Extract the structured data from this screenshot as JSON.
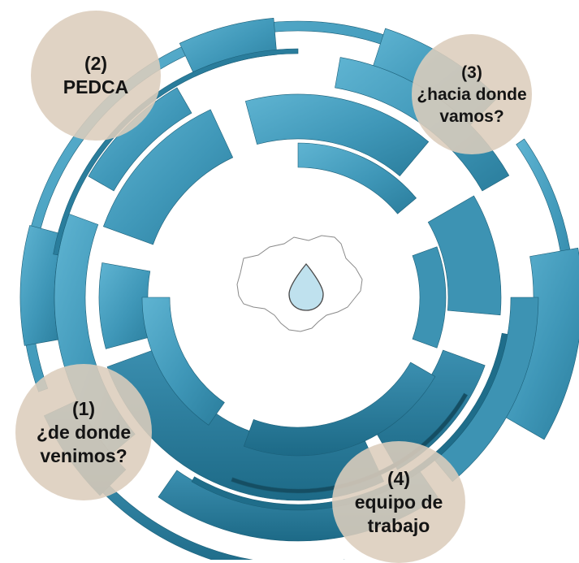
{
  "diagram": {
    "colors": {
      "ring_light": "#4fa9c9",
      "ring_mid": "#3d93b3",
      "ring_dark": "#1f6d8a",
      "bubble": "#dccdbc",
      "drop_fill": "#bfe1ee",
      "outline": "#8a8a8a"
    },
    "center_icons": [
      "region-map-outline",
      "water-drop-icon"
    ],
    "nodes": [
      {
        "id": "node-1",
        "number": "(1)",
        "lines": [
          "¿de donde",
          "venimos?"
        ]
      },
      {
        "id": "node-2",
        "number": "(2)",
        "lines": [
          "PEDCA"
        ]
      },
      {
        "id": "node-3",
        "number": "(3)",
        "lines": [
          "¿hacia donde",
          "vamos?"
        ]
      },
      {
        "id": "node-4",
        "number": "(4)",
        "lines": [
          "equipo de",
          "trabajo"
        ]
      }
    ]
  }
}
